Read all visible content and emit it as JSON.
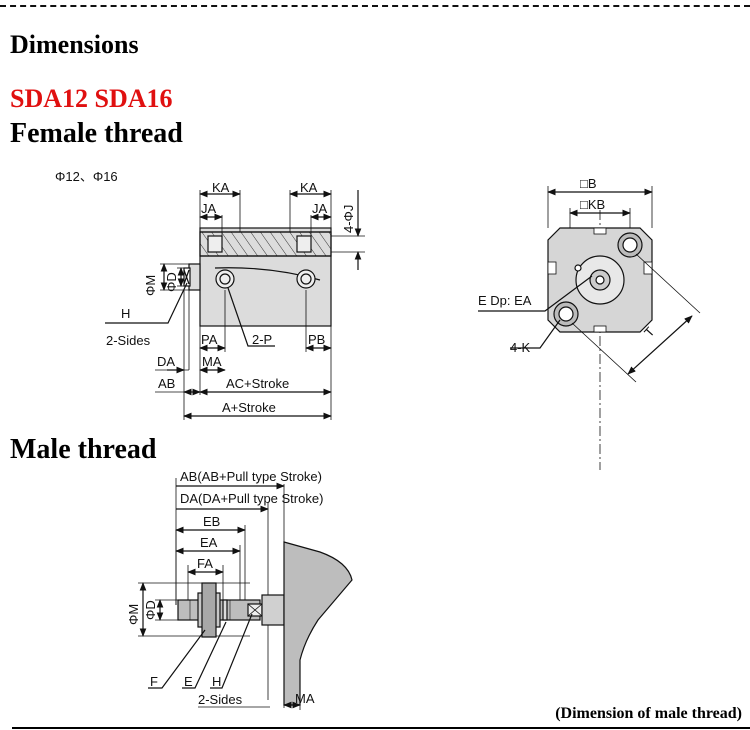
{
  "headings": {
    "dimensions": "Dimensions",
    "model": "SDA12 SDA16",
    "female": "Female thread",
    "male": "Male thread",
    "caption": "(Dimension of male thread)"
  },
  "female_side": {
    "bore": "Φ12、Φ16",
    "ka_left": "KA",
    "ka_right": "KA",
    "ja_left": "JA",
    "ja_right": "JA",
    "j": "4-ΦJ",
    "m": "ΦM",
    "d": "ΦD",
    "h": "H",
    "sides": "2-Sides",
    "pa": "PA",
    "p": "2-P",
    "pb": "PB",
    "da": "DA",
    "ma": "MA",
    "ab": "AB",
    "ac": "AC+Stroke",
    "a": "A+Stroke"
  },
  "female_end": {
    "b": "□B",
    "kb": "□KB",
    "ea": "E Dp: EA",
    "k": "4-K",
    "t": "T"
  },
  "male": {
    "ab": "AB(AB+Pull type Stroke)",
    "da": "DA(DA+Pull type Stroke)",
    "eb": "EB",
    "ea": "EA",
    "fa": "FA",
    "m": "ΦM",
    "d": "ΦD",
    "f": "F",
    "e": "E",
    "h": "H",
    "sides": "2-Sides",
    "ma": "MA"
  },
  "colors": {
    "model": "#e01010",
    "body_fill": "#d6d6d6",
    "line": "#111111"
  }
}
